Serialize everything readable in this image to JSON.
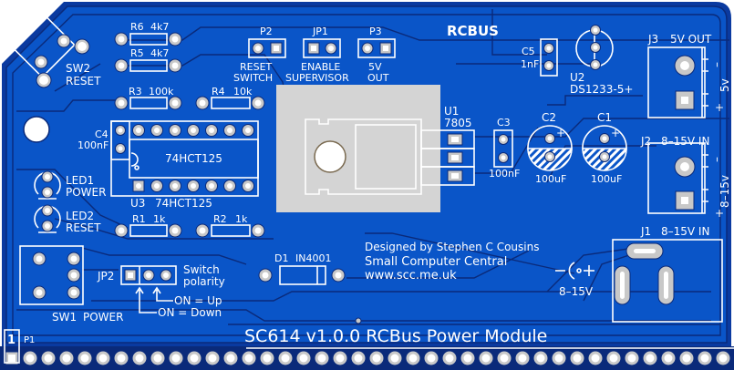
{
  "board": {
    "title": "SC614 v1.0.0 RCBus Power Module",
    "logo": "RCBUS",
    "credits": [
      "Designed by Stephen C Cousins",
      "Small Computer Central",
      "www.scc.me.uk"
    ],
    "colors": {
      "copper": "#0a55c8",
      "copper_dark": "#0a2a7a",
      "silkscreen": "#ffffff",
      "pad": "#c8c8c8",
      "heatsink": "#d4d4d4",
      "edge": "#0a3aa0"
    }
  },
  "components": {
    "sw2": {
      "ref": "SW2",
      "label": "RESET"
    },
    "r6": {
      "ref": "R6",
      "value": "4k7"
    },
    "r5": {
      "ref": "R5",
      "value": "4k7"
    },
    "r3": {
      "ref": "R3",
      "value": "100k"
    },
    "r4": {
      "ref": "R4",
      "value": "10k"
    },
    "r1": {
      "ref": "R1",
      "value": "1k"
    },
    "r2": {
      "ref": "R2",
      "value": "1k"
    },
    "p2": {
      "ref": "P2",
      "label1": "RESET",
      "label2": "SWITCH"
    },
    "jp1": {
      "ref": "JP1",
      "label1": "ENABLE",
      "label2": "SUPERVISOR"
    },
    "p3": {
      "ref": "P3",
      "label1": "5V",
      "label2": "OUT"
    },
    "c4": {
      "ref": "C4",
      "value": "100nF"
    },
    "u3": {
      "ref": "U3",
      "value": "74HCT125",
      "body_label": "74HCT125"
    },
    "led1": {
      "ref": "LED1",
      "label": "POWER"
    },
    "led2": {
      "ref": "LED2",
      "label": "RESET"
    },
    "u1": {
      "ref": "U1",
      "value": "7805"
    },
    "c3": {
      "ref": "C3",
      "value": "100nF"
    },
    "c2": {
      "ref": "C2",
      "value": "100uF"
    },
    "c1": {
      "ref": "C1",
      "value": "100uF"
    },
    "c5": {
      "ref": "C5",
      "value": "1nF"
    },
    "u2": {
      "ref": "U2",
      "value": "DS1233-5+"
    },
    "j3": {
      "ref": "J3",
      "label": "5V OUT",
      "side": "5v",
      "minus": "–",
      "plus": "+"
    },
    "j2": {
      "ref": "J2",
      "label": "8–15V IN",
      "side": "8–15v",
      "minus": "–",
      "plus": "+"
    },
    "j1": {
      "ref": "J1",
      "label": "8–15V IN",
      "polarity": "–(•+",
      "voltage": "8–15V"
    },
    "d1": {
      "ref": "D1",
      "value": "IN4001"
    },
    "jp2": {
      "ref": "JP2",
      "label1": "Switch",
      "label2": "polarity",
      "note_up": "ON = Up",
      "note_down": "ON = Down"
    },
    "sw1": {
      "ref": "SW1",
      "label": "POWER"
    },
    "p1": {
      "ref": "P1",
      "pin1": "1"
    }
  }
}
